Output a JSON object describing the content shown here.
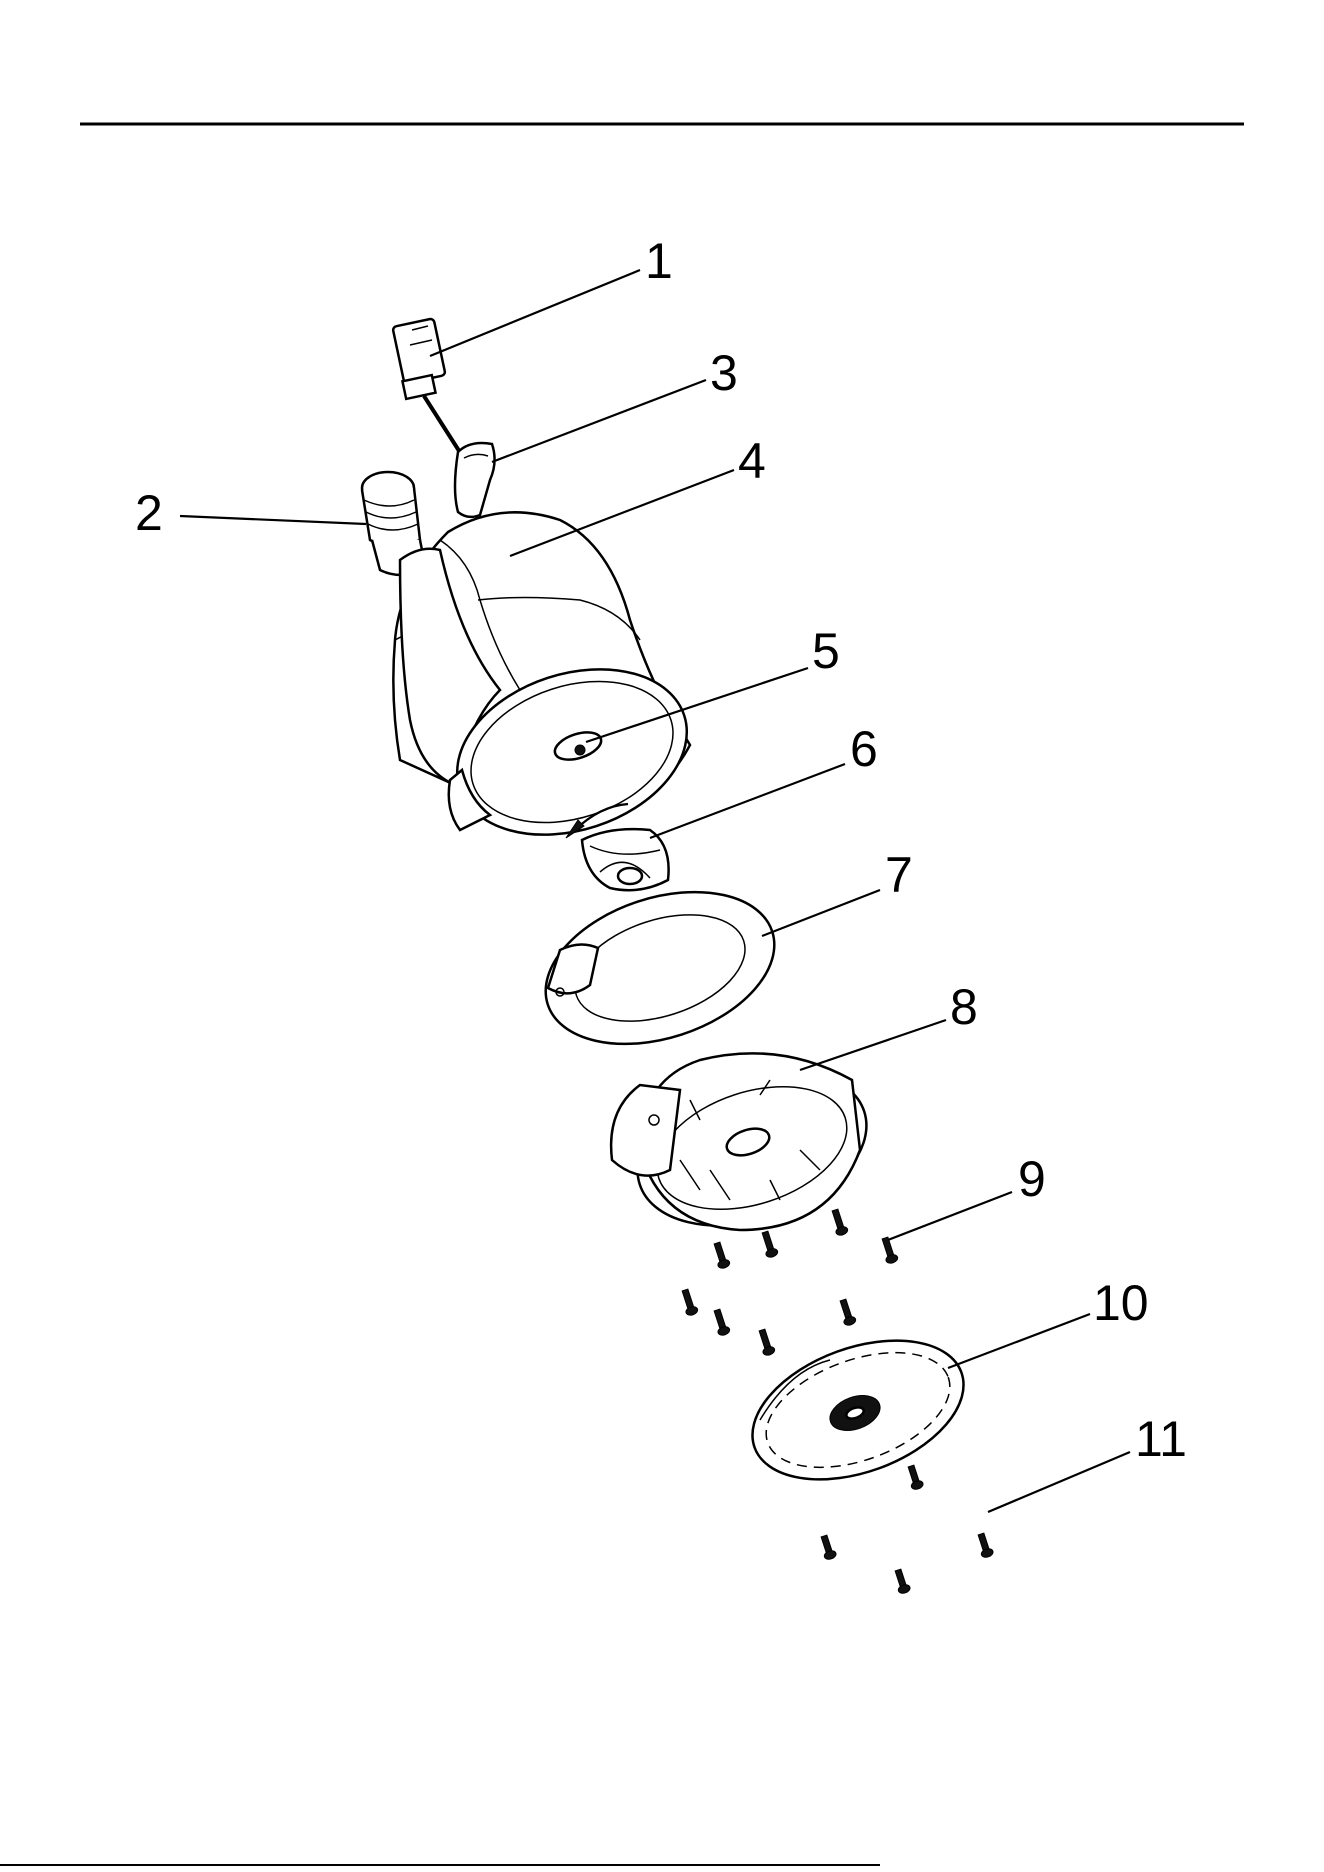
{
  "diagram": {
    "callouts": [
      {
        "number": "1"
      },
      {
        "number": "2"
      },
      {
        "number": "3"
      },
      {
        "number": "4"
      },
      {
        "number": "5"
      },
      {
        "number": "6"
      },
      {
        "number": "7"
      },
      {
        "number": "8"
      },
      {
        "number": "9"
      },
      {
        "number": "10"
      },
      {
        "number": "11"
      }
    ]
  }
}
